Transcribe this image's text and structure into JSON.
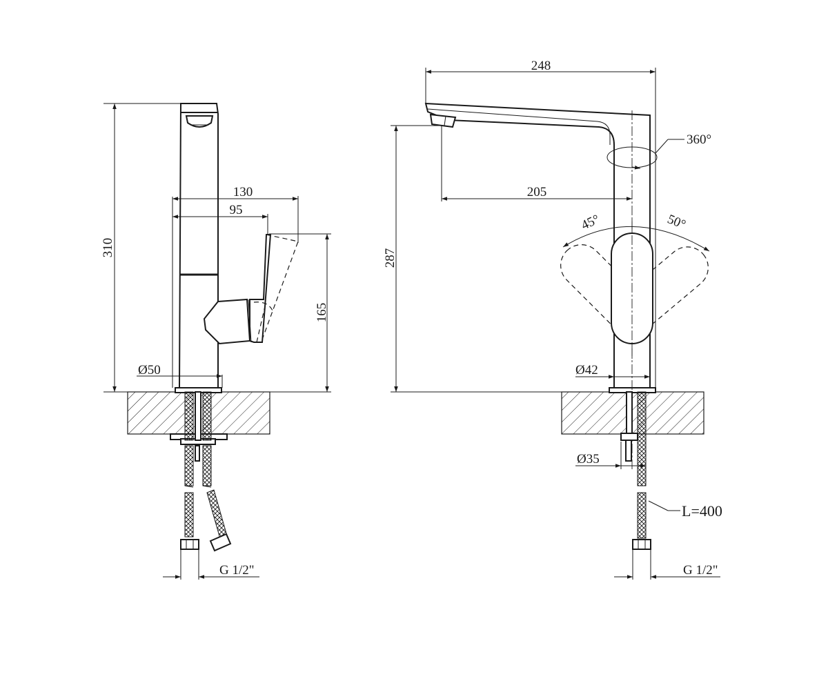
{
  "side_view": {
    "height_total": "310",
    "reach_lever": "130",
    "reach_lever_base": "95",
    "lever_height": "165",
    "base_diameter": "Ø50",
    "connection": "G 1/2\""
  },
  "front_view": {
    "width_total": "248",
    "spout_reach": "205",
    "spout_height": "287",
    "rotation": "360°",
    "angle_left": "45°",
    "angle_right": "50°",
    "body_diameter": "Ø42",
    "shank_diameter": "Ø35",
    "hose_length": "L=400",
    "connection": "G 1/2\""
  }
}
